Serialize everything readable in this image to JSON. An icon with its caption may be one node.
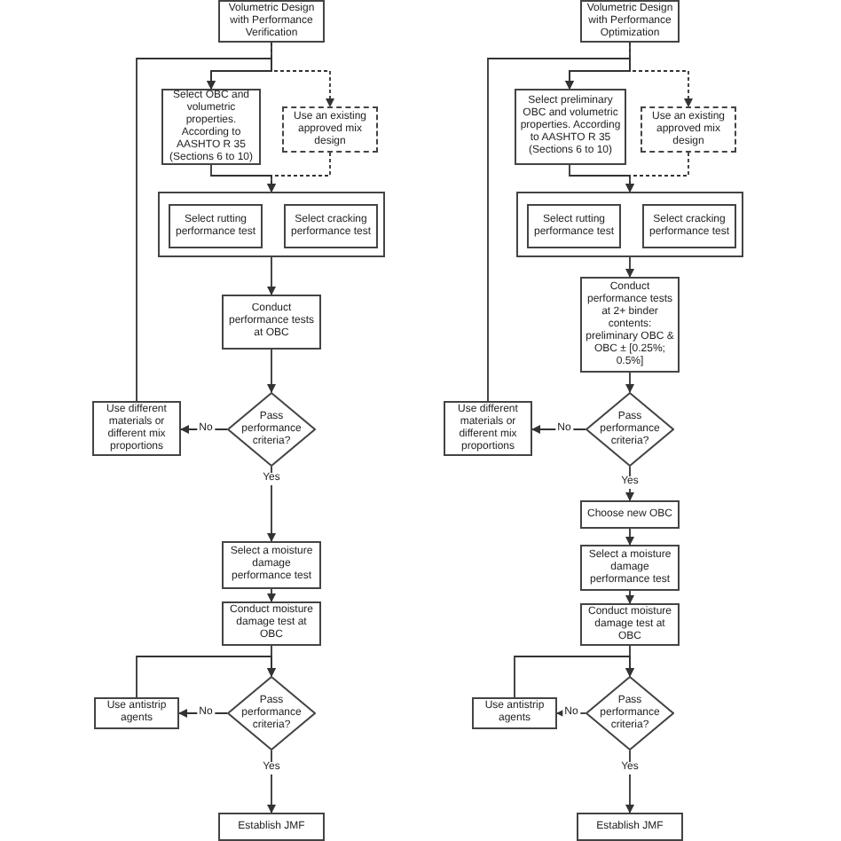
{
  "diagram": {
    "nodes": [
      {
        "text": [
          "Volumetric Design with Performance Verification"
        ]
      },
      {
        "text": [
          "Select OBC and volumetric properties. According to AASHTO R 35 (Sections 6 to 10)"
        ]
      },
      {
        "text": [
          "Use an existing approved mix design"
        ]
      },
      {
        "text": [],
        "shape": "box"
      },
      {
        "text": [
          "Select rutting performance test"
        ],
        "in": 3
      },
      {
        "text": [
          "Select cracking performance test"
        ],
        "in": 3
      },
      {
        "text": [
          "Conduct performance tests at OBC"
        ]
      },
      {
        "text": [
          "Pass performance criteria?"
        ]
      },
      {
        "text": [
          "Use different materials or different mix proportions"
        ]
      },
      {
        "text": [
          "Select a moisture damage performance test"
        ]
      },
      {
        "text": [
          "Conduct moisture damage test at OBC"
        ]
      },
      {
        "text": [
          "Pass performance criteria?"
        ]
      },
      {
        "text": [
          "Use antistrip agents"
        ]
      },
      {
        "text": [
          "Establish JMF"
        ]
      },
      {
        "text": [
          "Volumetric Design with Performance Optimization"
        ]
      },
      {
        "text": [
          "Select preliminary OBC and volumetric properties. According to AASHTO R 35 (Sections 6 to 10)"
        ]
      },
      {
        "text": [
          "Use an existing approved mix design"
        ]
      },
      {
        "text": [],
        "shape": "box"
      },
      {
        "text": [
          "Select rutting performance test"
        ],
        "in": 17
      },
      {
        "text": [
          "Select cracking performance test"
        ],
        "in": 17
      },
      {
        "text": [
          "Conduct performance tests at 2+ binder contents: preliminary OBC & OBC ± [0.25%; 0.5%]"
        ]
      },
      {
        "text": [
          "Pass performance criteria?"
        ]
      },
      {
        "text": [
          "Use different materials or different mix proportions"
        ]
      },
      {
        "text": [
          "Choose new OBC"
        ]
      },
      {
        "text": [
          "Select a moisture damage performance test"
        ]
      },
      {
        "text": [
          "Conduct moisture damage test at OBC"
        ]
      },
      {
        "text": [
          "Pass performance criteria?"
        ]
      },
      {
        "text": [
          "Use antistrip agents"
        ]
      },
      {
        "text": [
          "Establish JMF"
        ]
      }
    ],
    "edges": [
      {
        "from": 0,
        "to": 1,
        "arrow": "to"
      },
      {
        "from": 0,
        "to": 2,
        "arrow": "to",
        "style": "dashed"
      },
      {
        "from": 1,
        "to": 3,
        "arrow": "to"
      },
      {
        "from": 2,
        "to": 3,
        "arrow": "to",
        "style": "dashed"
      },
      {
        "from": 3,
        "to": 6,
        "arrow": "to"
      },
      {
        "from": 6,
        "to": 7,
        "arrow": "to"
      },
      {
        "from": 7,
        "to": 8,
        "arrow": "to",
        "label": "No"
      },
      {
        "from": 8,
        "to": 1,
        "arrow": "to"
      },
      {
        "from": 7,
        "to": 9,
        "arrow": "to",
        "label": "Yes"
      },
      {
        "from": 9,
        "to": 10,
        "arrow": "to"
      },
      {
        "from": 10,
        "to": 11,
        "arrow": "to"
      },
      {
        "from": 11,
        "to": 12,
        "arrow": "to",
        "label": "No"
      },
      {
        "from": 12,
        "to": 11,
        "arrow": "to"
      },
      {
        "from": 11,
        "to": 13,
        "arrow": "to",
        "label": "Yes"
      },
      {
        "from": 14,
        "to": 15,
        "arrow": "to"
      },
      {
        "from": 14,
        "to": 16,
        "arrow": "to",
        "style": "dashed"
      },
      {
        "from": 15,
        "to": 17,
        "arrow": "to"
      },
      {
        "from": 16,
        "to": 17,
        "arrow": "to",
        "style": "dashed"
      },
      {
        "from": 17,
        "to": 20,
        "arrow": "to"
      },
      {
        "from": 20,
        "to": 21,
        "arrow": "to"
      },
      {
        "from": 21,
        "to": 22,
        "arrow": "to",
        "label": "No"
      },
      {
        "from": 22,
        "to": 15,
        "arrow": "to"
      },
      {
        "from": 21,
        "to": 23,
        "arrow": "to",
        "label": "Yes"
      },
      {
        "from": 23,
        "to": 24,
        "arrow": "to"
      },
      {
        "from": 24,
        "to": 25,
        "arrow": "to"
      },
      {
        "from": 25,
        "to": 26,
        "arrow": "to"
      },
      {
        "from": 26,
        "to": 27,
        "arrow": "to",
        "label": "No"
      },
      {
        "from": 27,
        "to": 26,
        "arrow": "to"
      },
      {
        "from": 26,
        "to": 28,
        "arrow": "to",
        "label": "Yes"
      }
    ]
  }
}
